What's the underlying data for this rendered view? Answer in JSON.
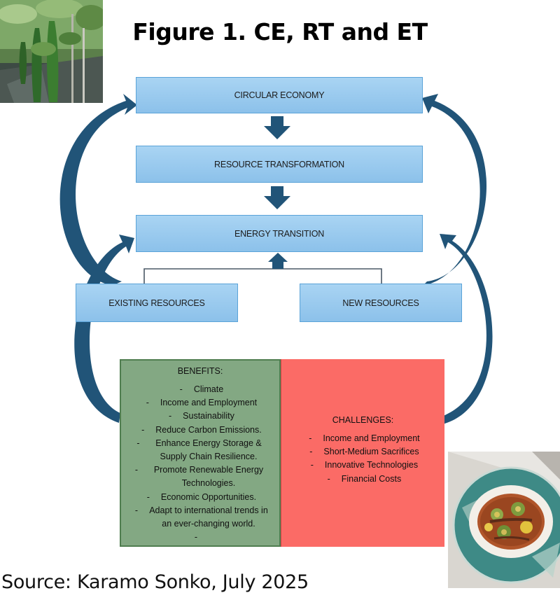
{
  "title": "Figure 1. CE, RT and ET",
  "boxes": {
    "circular_economy": "CIRCULAR ECONOMY",
    "resource_transformation": "RESOURCE TRANSFORMATION",
    "energy_transition": "ENERGY TRANSITION",
    "existing_resources": "EXISTING RESOURCES",
    "new_resources": "NEW RESOURCES"
  },
  "benefits": {
    "heading": "BENEFITS:",
    "items": [
      "Climate",
      "Income and Employment",
      "Sustainability",
      "Reduce Carbon Emissions.",
      "Enhance Energy Storage & Supply Chain Resilience.",
      "Promote Renewable Energy Technologies.",
      "Economic Opportunities.",
      "Adapt to international trends in an ever-changing world.",
      ""
    ]
  },
  "challenges": {
    "heading": "CHALLENGES:",
    "items": [
      "Income and Employment",
      "Short-Medium Sacrifices",
      "Innovative Technologies",
      "Financial Costs"
    ]
  },
  "source": "Source: Karamo Sonko, July 2025",
  "colors": {
    "box_fill": "#9fcdf0",
    "arrow_dark": "#1f4e6e",
    "benefits_fill": "#83a883",
    "challenges_fill": "#fb6b66"
  },
  "photos": [
    "bitter-gourd-plants-photo",
    "bitter-gourd-stew-dish-photo"
  ]
}
